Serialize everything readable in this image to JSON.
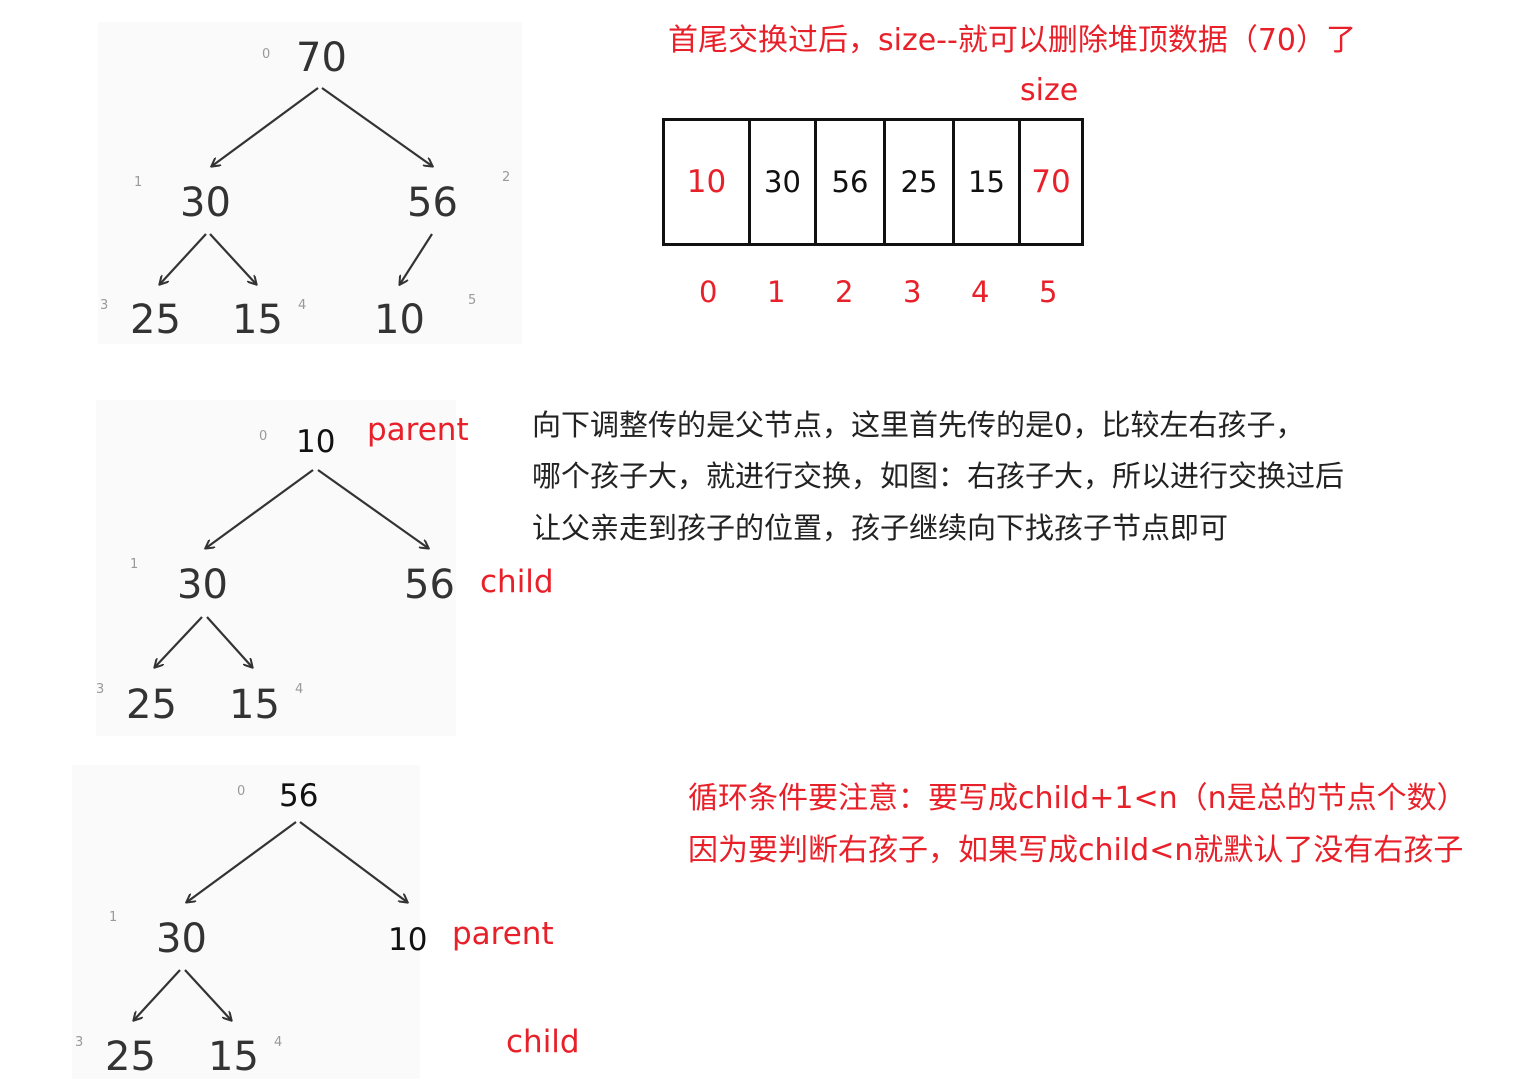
{
  "caption_1": "首尾交换过后，size--就可以删除堆顶数据（70）了",
  "size_label": "size",
  "array": {
    "cells": [
      {
        "value": "10",
        "highlight": true
      },
      {
        "value": "30",
        "highlight": false
      },
      {
        "value": "56",
        "highlight": false
      },
      {
        "value": "25",
        "highlight": false
      },
      {
        "value": "15",
        "highlight": false
      },
      {
        "value": "70",
        "highlight": true
      }
    ],
    "indices": [
      "0",
      "1",
      "2",
      "3",
      "4",
      "5"
    ]
  },
  "tree1": {
    "nodes": [
      "70",
      "30",
      "56",
      "25",
      "15",
      "10"
    ],
    "indices": [
      "0",
      "1",
      "2",
      "3",
      "4",
      "5"
    ]
  },
  "tree2": {
    "nodes": [
      "10",
      "30",
      "56",
      "25",
      "15"
    ],
    "indices": [
      "0",
      "1",
      "3",
      "4"
    ],
    "parent_label": "parent",
    "child_label": "child"
  },
  "note_2": [
    "向下调整传的是父节点，这里首先传的是0，比较左右孩子，",
    "哪个孩子大，就进行交换，如图：右孩子大，所以进行交换过后",
    "让父亲走到孩子的位置，孩子继续向下找孩子节点即可"
  ],
  "tree3": {
    "nodes": [
      "56",
      "30",
      "10",
      "25",
      "15"
    ],
    "indices": [
      "0",
      "1",
      "3",
      "4"
    ],
    "parent_label": "parent",
    "child_label": "child"
  },
  "note_3": [
    "循环条件要注意：要写成child+1<n（n是总的节点个数）",
    "因为要判断右孩子，如果写成child<n就默认了没有右孩子"
  ],
  "colors": {
    "accent": "#e8202a",
    "text": "#111111",
    "index": "#9a9a9a"
  }
}
